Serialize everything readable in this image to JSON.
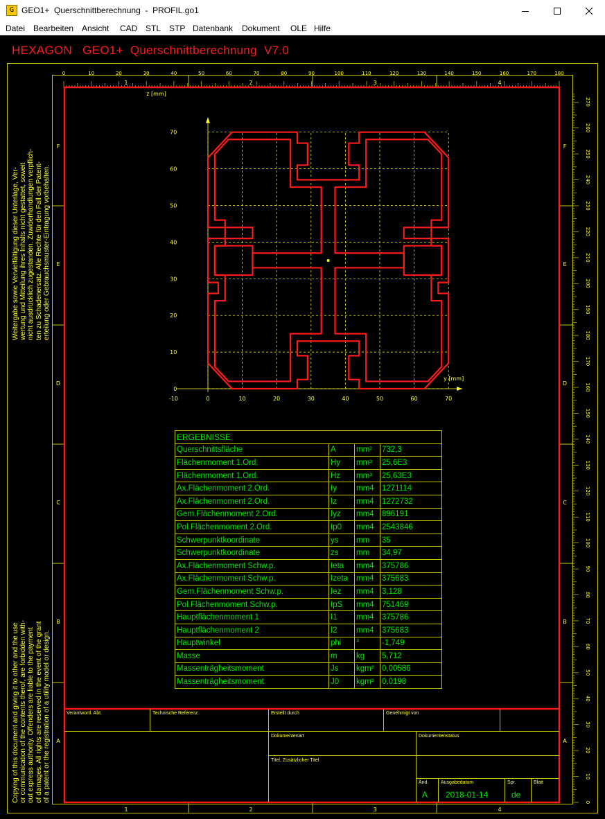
{
  "window": {
    "title": "GEO1+  Querschnittberechnung  -  PROFIL.go1",
    "icon": "geo1-app-icon"
  },
  "menu": [
    "Datei",
    "Bearbeiten",
    "Ansicht",
    "CAD",
    "STL",
    "STP",
    "Datenbank",
    "Dokument",
    "OLE",
    "Hilfe"
  ],
  "header": "HEXAGON   GEO1+  Querschnittberechnung  V7.0",
  "colors": {
    "frame": "#ff1a1a",
    "text": "#ffff33",
    "values": "#00e600",
    "background": "#000000"
  },
  "notes": {
    "german": "Weitergabe sowie Vervielfältigung dieser Unterlage, Ver-\nwertung und Mitteilung ihres Inhalts nicht gestattet, soweit\nnicht ausdrücklich zugestanden. Zuwiderhandlungen verpflich-\nten zu Schadenersatz. Alle Rechte für den Fall der Patent-\nerteilung oder Gebrauchsmuster-Eintragung vorbehalten.",
    "english": "Copying of this document and giving it to other and the use\nor communication of the contents therof, are forbidden with-\nout express authority. Offenders are liable to the payment\nof damages. All rights are reserved in the event of the grant\nof a patent or the registration of a utility model or design."
  },
  "rulers": {
    "top_ticks": [
      "0",
      "10",
      "20",
      "30",
      "40",
      "50",
      "60",
      "70",
      "80",
      "90",
      "100",
      "110",
      "120",
      "130",
      "140",
      "150",
      "160",
      "170",
      "180"
    ],
    "side_ticks": [
      "0",
      "10",
      "20",
      "30",
      "40",
      "50",
      "60",
      "70",
      "80",
      "90",
      "100",
      "110",
      "120",
      "130",
      "140",
      "150",
      "160",
      "170",
      "180",
      "190",
      "200",
      "210",
      "220",
      "230",
      "240",
      "250",
      "260",
      "270"
    ],
    "zones_columns": [
      "1",
      "2",
      "3",
      "4"
    ],
    "zones_rows": [
      "F",
      "E",
      "D",
      "C",
      "B",
      "A"
    ]
  },
  "chart_data": {
    "type": "diagram",
    "title": "",
    "xlabel": "y [mm]",
    "ylabel": "z [mm]",
    "x_ticks": [
      "-10",
      "0",
      "10",
      "20",
      "30",
      "40",
      "50",
      "60",
      "70"
    ],
    "y_ticks": [
      "0",
      "10",
      "20",
      "30",
      "40",
      "50",
      "60",
      "70"
    ],
    "xlim": [
      -10,
      70
    ],
    "ylim": [
      0,
      70
    ],
    "grid": true,
    "centroid": [
      35,
      34.97
    ]
  },
  "results": {
    "heading": "ERGEBNISSE",
    "rows": [
      {
        "label": "Querschnittsfläche",
        "symbol": "A",
        "unit": "mm²",
        "value": "732,3"
      },
      {
        "label": "Flächenmoment 1.Ord.",
        "symbol": "Hy",
        "unit": "mm³",
        "value": "25,6E3"
      },
      {
        "label": "Flächenmoment 1.Ord.",
        "symbol": "Hz",
        "unit": "mm³",
        "value": "25,63E3"
      },
      {
        "label": "Ax.Flächenmoment 2.Ord.",
        "symbol": "Iy",
        "unit": "mm4",
        "value": "1271114"
      },
      {
        "label": "Ax.Flächenmoment 2.Ord.",
        "symbol": "Iz",
        "unit": "mm4",
        "value": "1272732"
      },
      {
        "label": "Gem.Flächenmoment 2.Ord.",
        "symbol": "Iyz",
        "unit": "mm4",
        "value": "896191"
      },
      {
        "label": "Pol.Flächenmoment 2.Ord.",
        "symbol": "Ip0",
        "unit": "mm4",
        "value": "2543846"
      },
      {
        "label": "Schwerpunktkoordinate",
        "symbol": "ys",
        "unit": "mm",
        "value": "35"
      },
      {
        "label": "Schwerpunktkoordinate",
        "symbol": "zs",
        "unit": "mm",
        "value": "34,97"
      },
      {
        "label": "Ax.Flächenmoment Schw.p.",
        "symbol": "Ieta",
        "unit": "mm4",
        "value": "375786"
      },
      {
        "label": "Ax.Flächenmoment Schw.p.",
        "symbol": "Izeta",
        "unit": "mm4",
        "value": "375683"
      },
      {
        "label": "Gem.Flächenmoment Schw.p.",
        "symbol": "Iez",
        "unit": "mm4",
        "value": "3,128"
      },
      {
        "label": "Pol.Flächenmoment Schw.p.",
        "symbol": "IpS",
        "unit": "mm4",
        "value": "751469"
      },
      {
        "label": "Hauptflächenmoment 1",
        "symbol": "I1",
        "unit": "mm4",
        "value": "375786"
      },
      {
        "label": "Hauptflächenmoment 2",
        "symbol": "I2",
        "unit": "mm4",
        "value": "375683"
      },
      {
        "label": "Hauptwinkel",
        "symbol": "phi",
        "unit": "°",
        "value": "-1,749"
      },
      {
        "label": "Masse",
        "symbol": "m",
        "unit": "kg",
        "value": "5,712"
      },
      {
        "label": "Massenträgheitsmoment",
        "symbol": "Js",
        "unit": "kgm²",
        "value": "0,00586"
      },
      {
        "label": "Massenträgheitsmoment",
        "symbol": "J0",
        "unit": "kgm²",
        "value": "0,0198"
      }
    ]
  },
  "title_block": {
    "responsible_dept": "Verantwortl. Abt.",
    "tech_reference": "Technische Referenz",
    "created_by": "Erstellt durch",
    "approved_by": "Genehmigt von",
    "doc_type": "Dokumentenart",
    "doc_status": "Dokumentenstatus",
    "title": "Titel, Zusätzlicher Titel",
    "rev_label": "Änd.",
    "issue_date_label": "Ausgabedatum",
    "lang_label": "Spr.",
    "sheet_label": "Blatt",
    "rev": "A",
    "issue_date": "2018-01-14",
    "lang": "de"
  }
}
